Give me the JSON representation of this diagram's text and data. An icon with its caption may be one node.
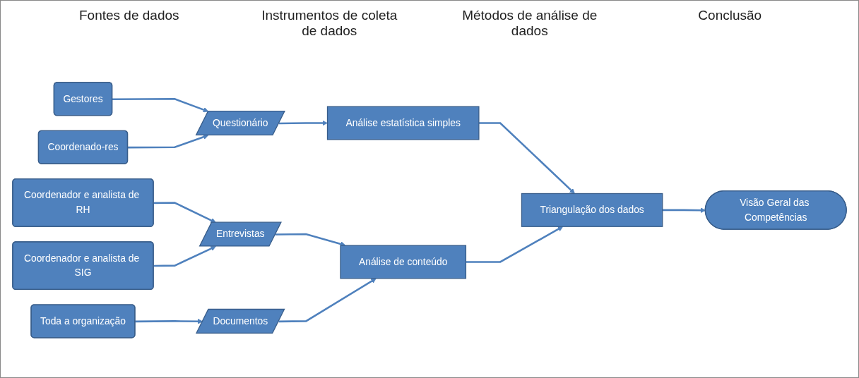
{
  "diagram": {
    "nodes": [
      {
        "text": [
          "Gestores"
        ]
      },
      {
        "text": [
          "Coordenado-res"
        ]
      },
      {
        "text": [
          "Coordenador e analista de RH"
        ]
      },
      {
        "text": [
          "Coordenador e analista de SIG"
        ]
      },
      {
        "text": [
          "Toda a organização"
        ]
      },
      {
        "text": [
          "Questionário"
        ]
      },
      {
        "text": [
          "Entrevistas"
        ]
      },
      {
        "text": [
          "Documentos"
        ]
      },
      {
        "text": [
          "Análise estatística simples"
        ]
      },
      {
        "text": [
          "Análise de conteúdo"
        ]
      },
      {
        "text": [
          "Triangulação dos dados"
        ]
      },
      {
        "text": [
          "Visão Geral das Competências"
        ]
      }
    ],
    "edges": [
      {
        "from": 0,
        "to": 5,
        "arrow": "to"
      },
      {
        "from": 1,
        "to": 5,
        "arrow": "to"
      },
      {
        "from": 2,
        "to": 6,
        "arrow": "to"
      },
      {
        "from": 3,
        "to": 6,
        "arrow": "to"
      },
      {
        "from": 4,
        "to": 7,
        "arrow": "to"
      },
      {
        "from": 5,
        "to": 8,
        "arrow": "to"
      },
      {
        "from": 6,
        "to": 9,
        "arrow": "to"
      },
      {
        "from": 7,
        "to": 9,
        "arrow": "to"
      },
      {
        "from": 8,
        "to": 10,
        "arrow": "to"
      },
      {
        "from": 9,
        "to": 10,
        "arrow": "to"
      },
      {
        "from": 10,
        "to": 11,
        "arrow": "to"
      }
    ],
    "labels": [
      "Fontes de dados",
      "Instrumentos de coleta de dados",
      "Métodos de análise de dados",
      "Conclusão"
    ]
  }
}
